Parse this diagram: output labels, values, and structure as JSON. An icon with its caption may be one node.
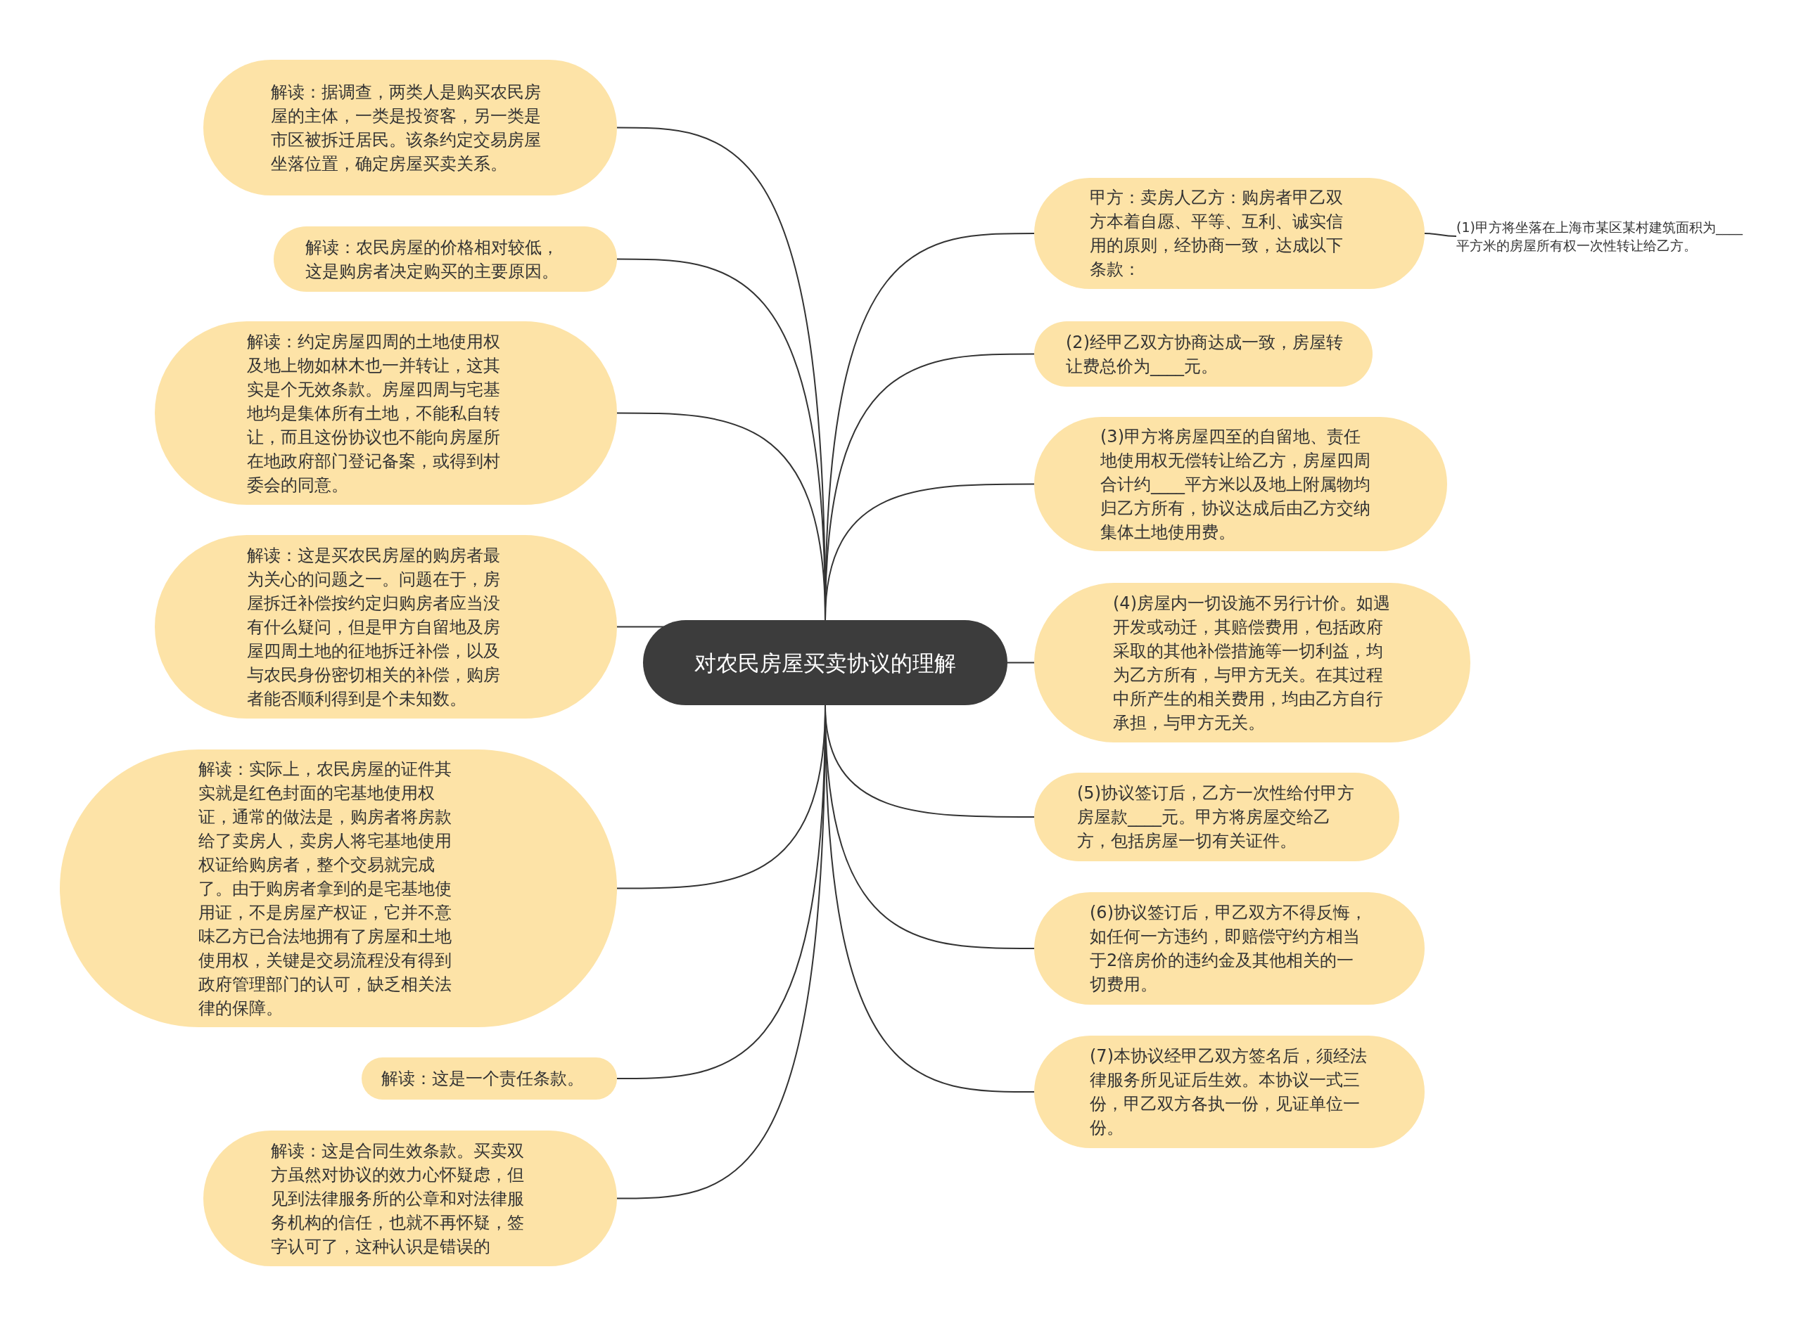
{
  "diagram": {
    "nodes": [
      {
        "text": [
          "对农民房屋买卖协议的理解"
        ]
      },
      {
        "text": [
          "解读：据调查，两类人是购买农民房屋的主体，一类是投资客，另一类是市区被拆迁居民。该条约定交易房屋坐落位置，确定房屋买卖关系。"
        ]
      },
      {
        "text": [
          "解读：农民房屋的价格相对较低，这是购房者决定购买的主要原因。"
        ]
      },
      {
        "text": [
          "解读：约定房屋四周的土地使用权及地上物如林木也一并转让，这其实是个无效条款。房屋四周与宅基地均是集体所有土地，不能私自转让，而且这份协议也不能向房屋所在地政府部门登记备案，或得到村委会的同意。"
        ]
      },
      {
        "text": [
          "解读：这是买农民房屋的购房者最为关心的问题之一。问题在于，房屋拆迁补偿按约定归购房者应当没有什么疑问，但是甲方自留地及房屋四周土地的征地拆迁补偿，以及与农民身份密切相关的补偿，购房者能否顺利得到是个未知数。"
        ]
      },
      {
        "text": [
          "解读：实际上，农民房屋的证件其实就是红色封面的宅基地使用权证，通常的做法是，购房者将房款给了卖房人，卖房人将宅基地使用权证给购房者，整个交易就完成了。由于购房者拿到的是宅基地使用证，不是房屋产权证，它并不意味乙方已合法地拥有了房屋和土地使用权，关键是交易流程没有得到政府管理部门的认可，缺乏相关法律的保障。"
        ]
      },
      {
        "text": [
          "解读：这是一个责任条款。"
        ]
      },
      {
        "text": [
          "解读：这是合同生效条款。买卖双方虽然对协议的效力心怀疑虑，但见到法律服务所的公章和对法律服务机构的信任，也就不再怀疑，签字认可了，这种认识是错误的"
        ]
      },
      {
        "text": [
          "甲方：卖房人乙方：购房者甲乙双方本着自愿、平等、互利、诚实信用的原则，经协商一致，达成以下条款："
        ]
      },
      {
        "text": [
          "(2)经甲乙双方协商达成一致，房屋转让费总价为____元。"
        ]
      },
      {
        "text": [
          "(3)甲方将房屋四至的自留地、责任地使用权无偿转让给乙方，房屋四周合计约____平方米以及地上附属物均归乙方所有，协议达成后由乙方交纳集体土地使用费。"
        ]
      },
      {
        "text": [
          "(4)房屋内一切设施不另行计价。如遇开发或动迁，其赔偿费用，包括政府采取的其他补偿措施等一切利益，均为乙方所有，与甲方无关。在其过程中所产生的相关费用，均由乙方自行承担，与甲方无关。"
        ]
      },
      {
        "text": [
          "(5)协议签订后，乙方一次性给付甲方房屋款____元。甲方将房屋交给乙方，包括房屋一切有关证件。"
        ]
      },
      {
        "text": [
          "(6)协议签订后，甲乙双方不得反悔，如任何一方违约，即赔偿守约方相当于2倍房价的违约金及其他相关的一切费用。"
        ]
      },
      {
        "text": [
          "(7)本协议经甲乙双方签名后，须经法律服务所见证后生效。本协议一式三份，甲乙双方各执一份，见证单位一份。"
        ]
      },
      {
        "text": [
          "(1)甲方将坐落在上海市某区某村建筑面积为____平方米的房屋所有权一次性转让给乙方。"
        ]
      }
    ],
    "edges": [
      {
        "from": 0,
        "to": 1,
        "arrow": "none"
      },
      {
        "from": 0,
        "to": 2,
        "arrow": "none"
      },
      {
        "from": 0,
        "to": 3,
        "arrow": "none"
      },
      {
        "from": 0,
        "to": 4,
        "arrow": "none"
      },
      {
        "from": 0,
        "to": 5,
        "arrow": "none"
      },
      {
        "from": 0,
        "to": 6,
        "arrow": "none"
      },
      {
        "from": 0,
        "to": 7,
        "arrow": "none"
      },
      {
        "from": 0,
        "to": 8,
        "arrow": "none"
      },
      {
        "from": 0,
        "to": 9,
        "arrow": "none"
      },
      {
        "from": 0,
        "to": 10,
        "arrow": "none"
      },
      {
        "from": 0,
        "to": 11,
        "arrow": "none"
      },
      {
        "from": 0,
        "to": 12,
        "arrow": "none"
      },
      {
        "from": 0,
        "to": 13,
        "arrow": "none"
      },
      {
        "from": 0,
        "to": 14,
        "arrow": "none"
      },
      {
        "from": 8,
        "to": 15,
        "arrow": "none"
      }
    ]
  }
}
